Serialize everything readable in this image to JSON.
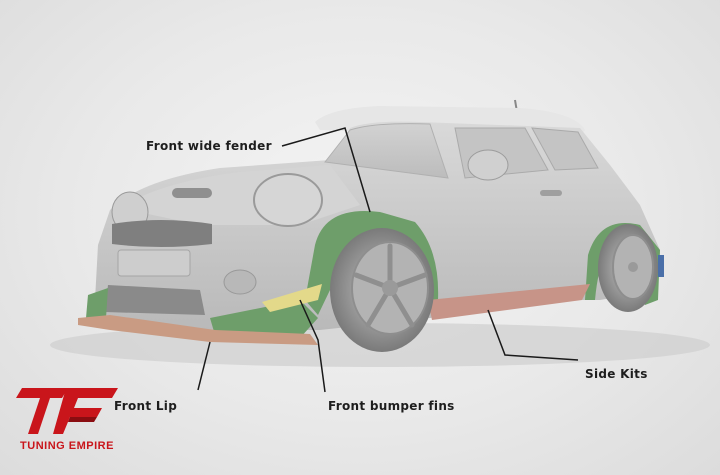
{
  "labels": {
    "front_wide_fender": "Front wide fender",
    "front_lip": "Front Lip",
    "front_bumper_fins": "Front bumper fins",
    "side_kits": "Side Kits"
  },
  "logo": {
    "text": "TUNING EMPIRE",
    "monogram": "TF"
  },
  "colors": {
    "body": "#c9c9c9",
    "fender": "#6e9e6a",
    "lip": "#c99b83",
    "fins": "#e3d98a",
    "side_kit": "#c79488",
    "brand_red": "#c9151b"
  }
}
